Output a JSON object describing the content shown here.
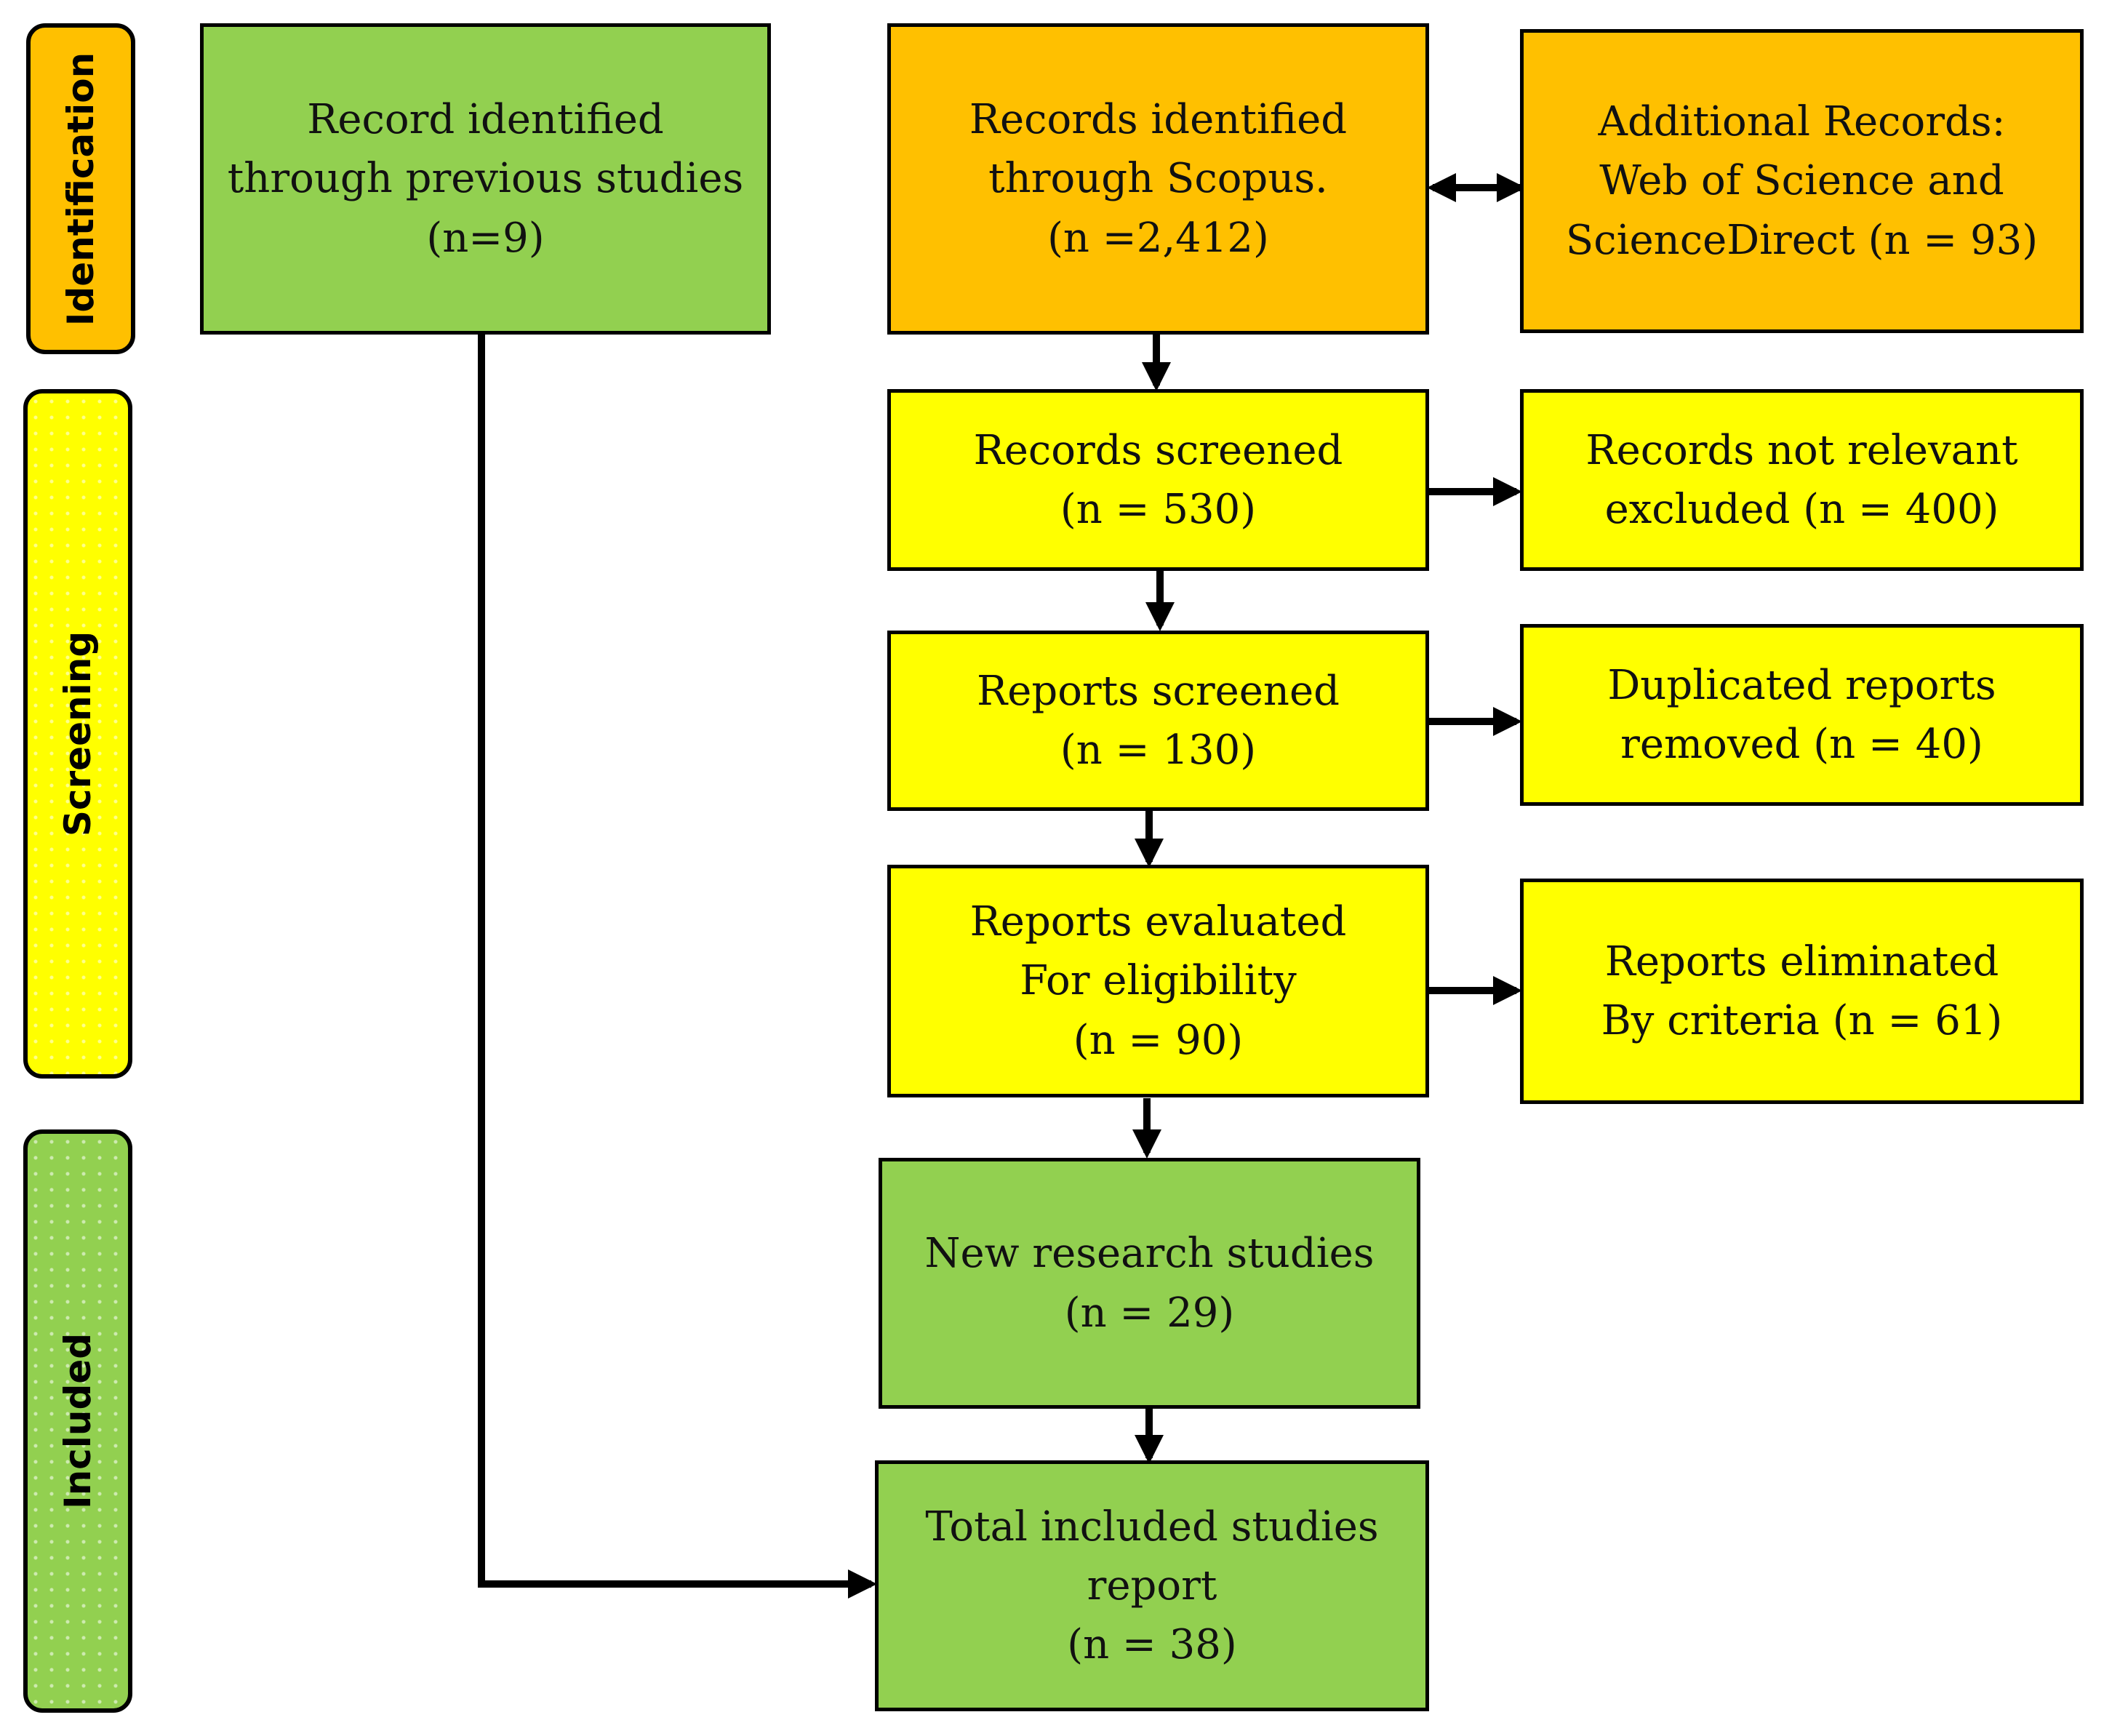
{
  "phases": {
    "identification": "Identification",
    "screening": "Screening",
    "included": "Included"
  },
  "boxes": {
    "previous_studies": "Record identified\nthrough previous studies\n(n=9)",
    "scopus": "Records identified\nthrough Scopus.\n(n =2,412)",
    "additional": "Additional Records:\nWeb of Science and\nScienceDirect (n = 93)",
    "records_screened": "Records screened\n(n = 530)",
    "not_relevant": "Records not relevant\nexcluded (n = 400)",
    "reports_screened": "Reports screened\n(n = 130)",
    "duplicated": "Duplicated reports\nremoved (n = 40)",
    "evaluated": "Reports evaluated\nFor eligibility\n(n = 90)",
    "eliminated": "Reports eliminated\nBy criteria (n = 61)",
    "new_studies": "New research studies\n(n = 29)",
    "total": "Total included studies\nreport\n(n = 38)"
  },
  "colors": {
    "orange": "#ffc000",
    "yellow": "#ffff00",
    "green": "#92d050",
    "line": "#000000"
  }
}
